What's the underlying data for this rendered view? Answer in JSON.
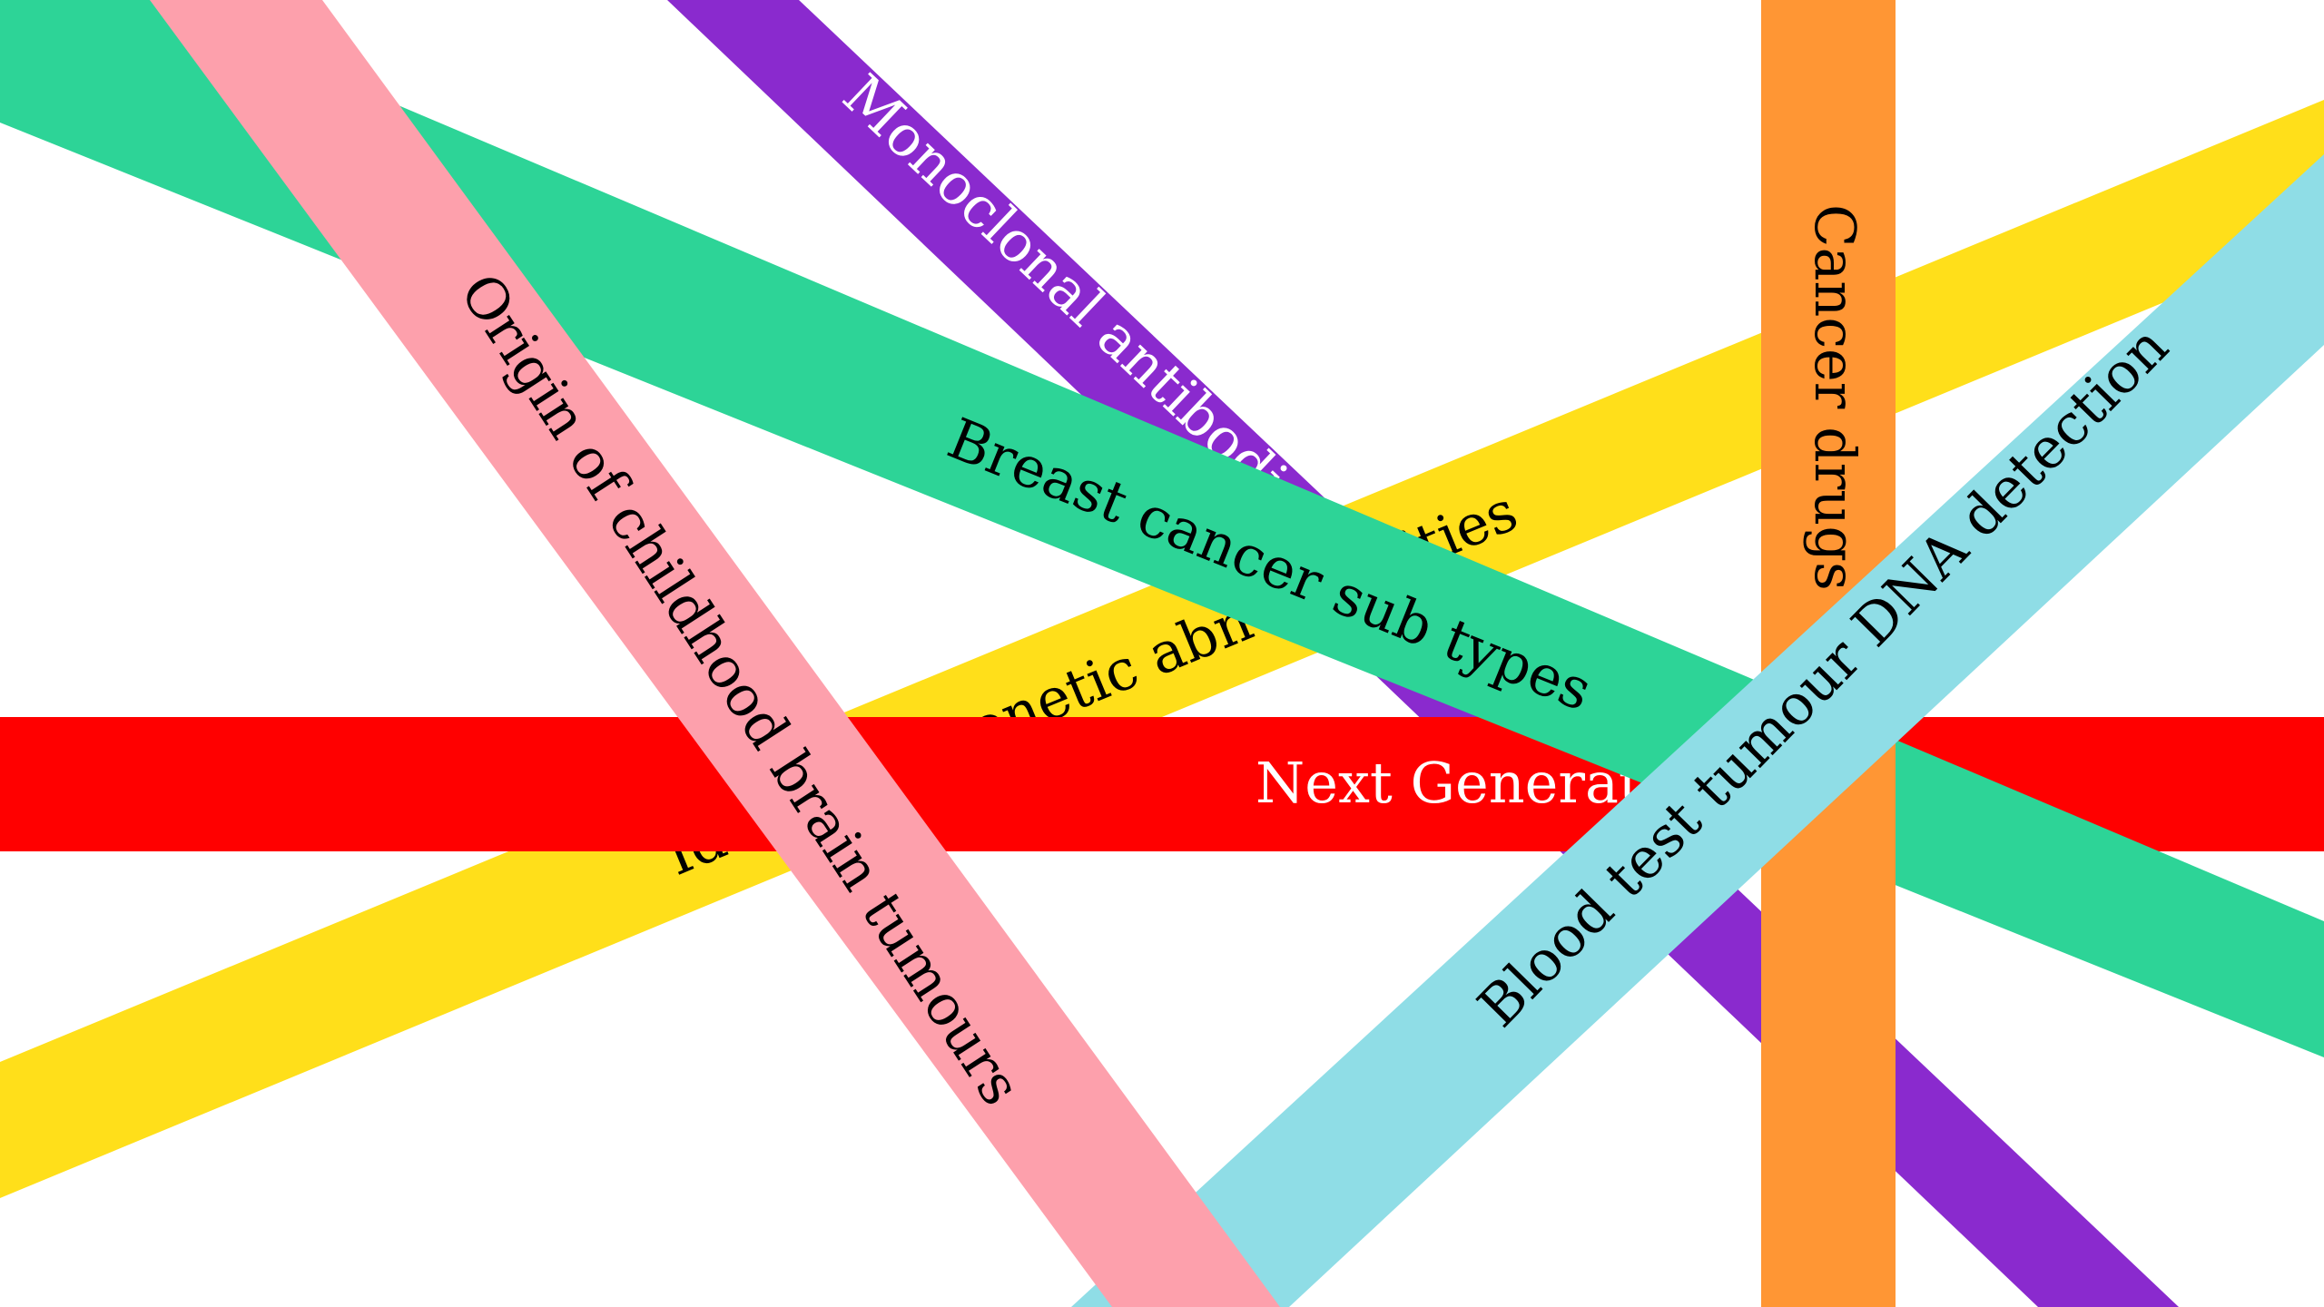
{
  "ribbons": [
    {
      "id": "next-generation",
      "label": "Next Generation",
      "color": "#ff0000",
      "text_color": "#ffffff"
    },
    {
      "id": "genetic-abnormalities",
      "label": "Identified genetic abnormalities",
      "color": "#ffdf1a",
      "text_color": "#000000"
    },
    {
      "id": "monoclonal-antibodies",
      "label": "Monoclonal antibodies",
      "color": "#8a2ace",
      "text_color": "#ffffff"
    },
    {
      "id": "cancer-drugs",
      "label": "Cancer drugs",
      "color": "#ff9634",
      "text_color": "#000000"
    },
    {
      "id": "breast-cancer",
      "label": "Breast cancer sub types",
      "color": "#2dd497",
      "text_color": "#000000"
    },
    {
      "id": "blood-test",
      "label": "Blood test tumour DNA detection",
      "color": "#8fdde6",
      "text_color": "#000000"
    },
    {
      "id": "brain-tumours",
      "label": "Origin of childhood brain tumours",
      "color": "#fda0ac",
      "text_color": "#000000"
    }
  ]
}
